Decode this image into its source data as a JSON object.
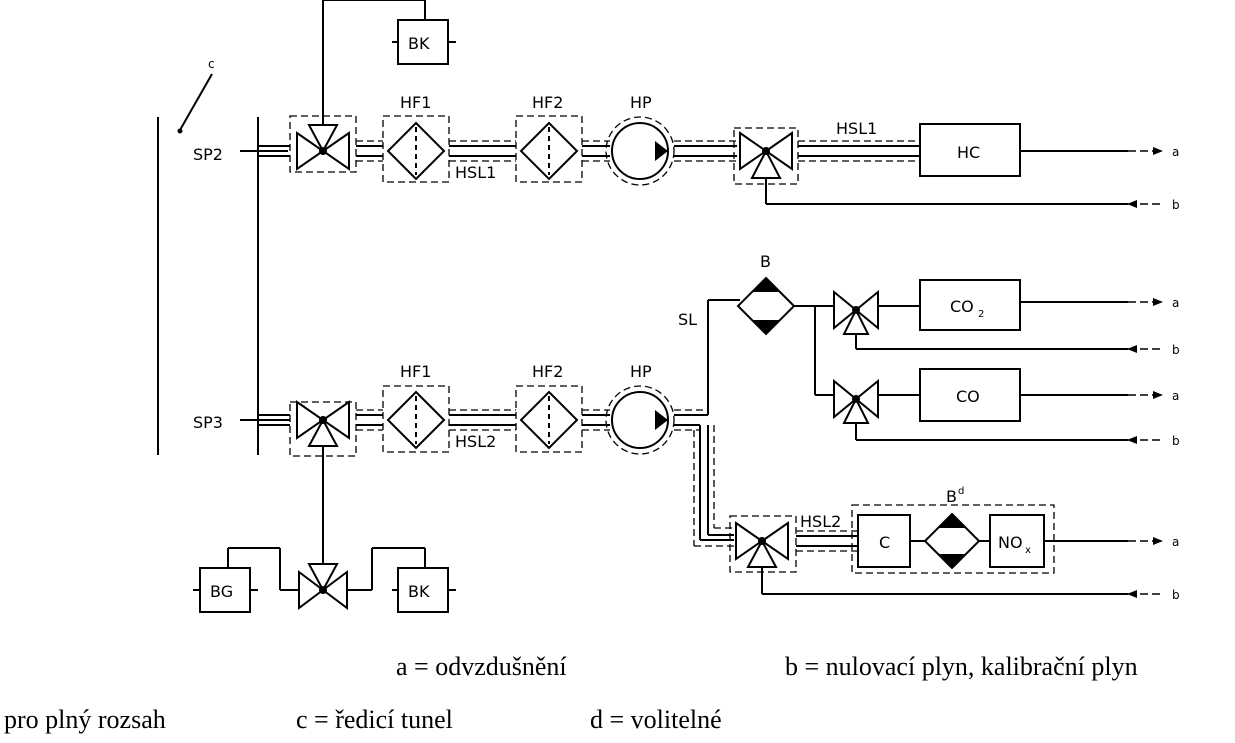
{
  "labels": {
    "c_pointer": "c",
    "sp2": "SP2",
    "sp3": "SP3",
    "bk_top": "BK",
    "bk_bottom": "BK",
    "bg": "BG",
    "hf1_top": "HF1",
    "hf2_top": "HF2",
    "hp_top": "HP",
    "hsl1_a": "HSL1",
    "hsl1_b": "HSL1",
    "hc": "HC",
    "hf1_bot": "HF1",
    "hf2_bot": "HF2",
    "hp_bot": "HP",
    "hsl2_a": "HSL2",
    "hsl2_b": "HSL2",
    "sl": "SL",
    "b": "B",
    "co2_main": "CO",
    "co2_sub": "2",
    "co": "CO",
    "bd_main": "B",
    "bd_sup": "d",
    "c_box": "C",
    "nox_main": "NO",
    "nox_sub": "x",
    "out_a1": "a",
    "out_b1": "b",
    "out_a2": "a",
    "out_b2": "b",
    "out_a3": "a",
    "out_b3": "b",
    "out_a4": "a",
    "out_b4": "b"
  },
  "caption": {
    "line1_a": "a = odvzdušnění",
    "line1_b": "b = nulovací  plyn,  kalibrační  plyn",
    "line2_a": "pro plný  rozsah",
    "line2_c": "c = ředicí  tunel",
    "line2_d": "d = volitelné"
  }
}
